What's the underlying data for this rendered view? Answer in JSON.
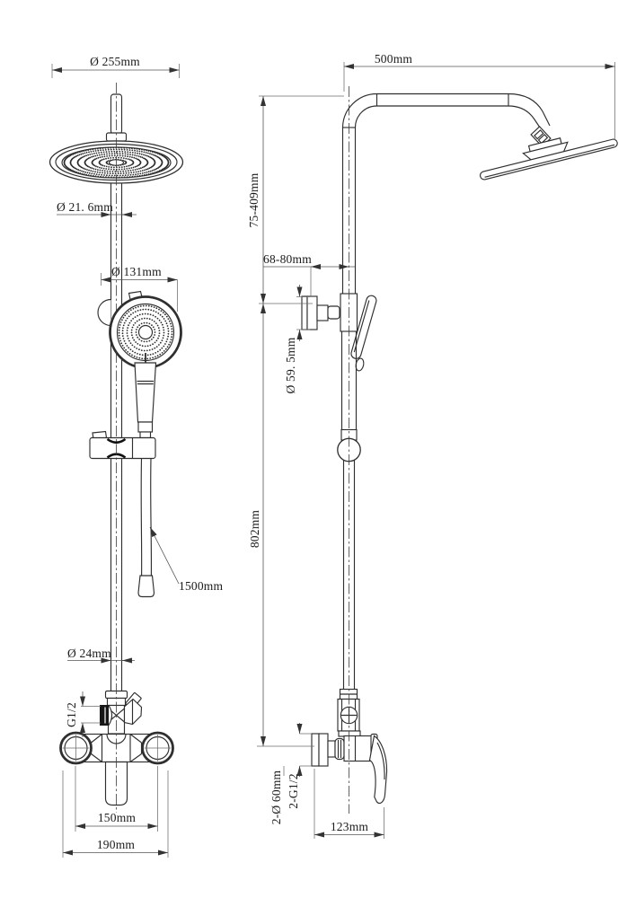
{
  "drawing": {
    "front_view": {
      "head_diameter": "Ø 255mm",
      "pipe_diameter": "Ø 21. 6mm",
      "hand_shower_diameter": "Ø 131mm",
      "hose_length": "1500mm",
      "lower_pipe_diameter": "Ø 24mm",
      "outlet_thread": "G1/2",
      "inlet_spacing": "150mm",
      "body_width": "190mm"
    },
    "side_view": {
      "arm_reach": "500mm",
      "height_adjust_range": "75-409mm",
      "wall_clearance": "68-80mm",
      "flange_diameter": "Ø 59. 5mm",
      "riser_height": "802mm",
      "escutcheon_diameter": "2-Ø 60mm",
      "connection_thread": "2-G1/2",
      "body_depth": "123mm"
    },
    "colors": {
      "line": "#2f2f2f",
      "dim": "#555555"
    }
  }
}
